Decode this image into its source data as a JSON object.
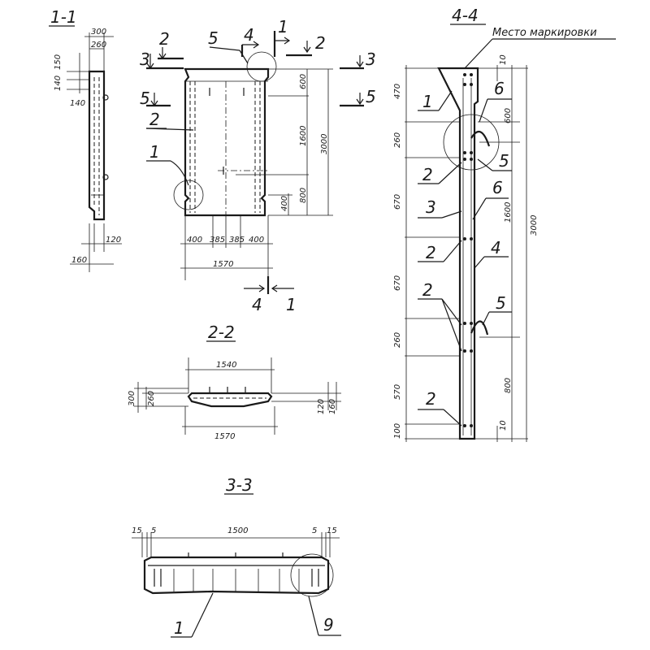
{
  "sections": {
    "s11": "1-1",
    "s22": "2-2",
    "s33": "3-3",
    "s44": "4-4"
  },
  "note": "Место маркировки",
  "cuts": {
    "c1": "1",
    "c2": "2",
    "c3": "3",
    "c4": "4",
    "c5": "5"
  },
  "callouts": {
    "p1": "1",
    "p2": "2",
    "p3": "3",
    "p4": "4",
    "p5": "5",
    "p6": "6",
    "p9": "9"
  },
  "dims": {
    "d300": "300",
    "d260": "260",
    "d150": "150",
    "d140": "140",
    "d120": "120",
    "d160": "160",
    "d600": "600",
    "d1600": "1600",
    "d3000": "3000",
    "d800": "800",
    "d400": "400",
    "d385": "385",
    "d1570": "1570",
    "d1540": "1540",
    "d1500": "1500",
    "d470": "470",
    "d670": "670",
    "d570": "570",
    "d100": "100",
    "d10": "10",
    "d5": "5",
    "d15": "15"
  }
}
